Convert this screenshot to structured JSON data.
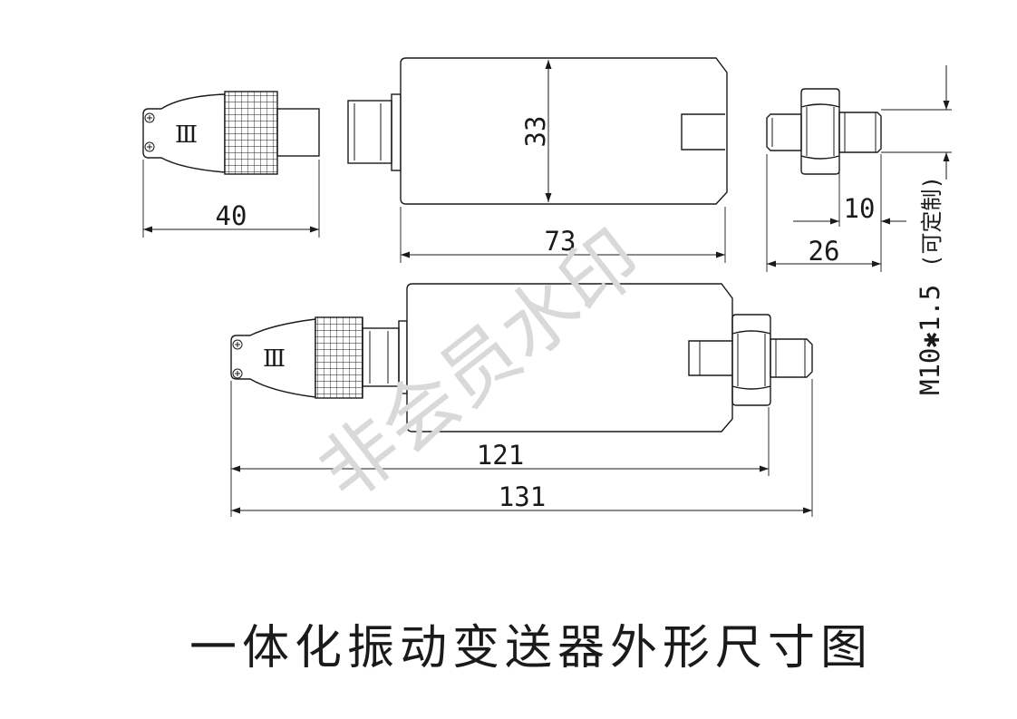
{
  "title": "一体化振动变送器外形尺寸图",
  "watermark": "非会员水印",
  "dimensions": {
    "connector_length": "40",
    "height": "33",
    "body_length": "73",
    "stud_length": "10",
    "stud_total": "26",
    "total_no_stud": "121",
    "total": "131",
    "thread": "M10✱1.5",
    "thread_note": "(可定制)"
  },
  "connector_mark": "Ⅲ"
}
